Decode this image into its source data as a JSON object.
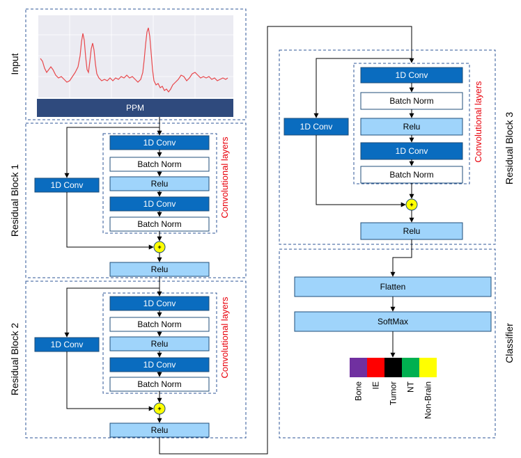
{
  "labels": {
    "input": "Input",
    "ppm": "PPM",
    "residual_block_1": "Residual Block 1",
    "residual_block_2": "Residual Block 2",
    "residual_block_3": "Residual Block 3",
    "classifier": "Classifier",
    "conv_layers": "Convolutional layers",
    "conv1d": "1D Conv",
    "batch_norm": "Batch Norm",
    "relu": "Relu",
    "flatten": "Flatten",
    "softmax": "SoftMax",
    "plus": "+"
  },
  "classes": [
    {
      "name": "Bone",
      "color": "#7030a0"
    },
    {
      "name": "IE",
      "color": "#ff0000"
    },
    {
      "name": "Tumor",
      "color": "#000000"
    },
    {
      "name": "NT",
      "color": "#00b050"
    },
    {
      "name": "Non-Brain",
      "color": "#ffff00"
    }
  ],
  "colors": {
    "dark_block": "#0a6cbf",
    "light_block": "#9fd4fb",
    "ppm_bar": "#2f4a7d",
    "signal": "#e8474b",
    "sum_node": "#ffff00",
    "border": "#2e5597",
    "conv_layers_text": "#e8000b"
  }
}
